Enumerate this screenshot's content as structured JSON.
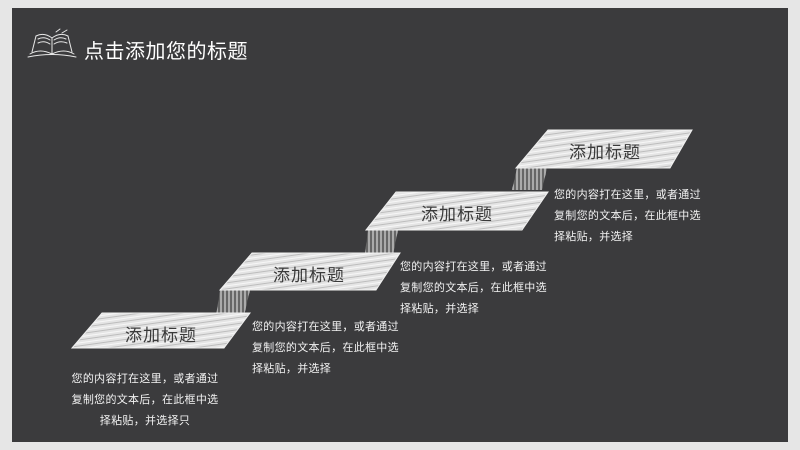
{
  "page": {
    "title": "点击添加您的标题"
  },
  "steps": [
    {
      "label": "添加标题",
      "desc": "您的内容打在这里，或者通过复制您的文本后，在此框中选择粘贴，并选择只"
    },
    {
      "label": "添加标题",
      "desc": "您的内容打在这里，或者通过复制您的文本后，在此框中选择粘贴，并选择"
    },
    {
      "label": "添加标题",
      "desc": "您的内容打在这里，或者通过复制您的文本后，在此框中选择粘贴，并选择"
    },
    {
      "label": "添加标题",
      "desc": "您的内容打在这里，或者通过复制您的文本后，在此框中选择粘贴，并选择"
    }
  ],
  "colors": {
    "background": "#3b3b3d",
    "chalk": "#e8e8e8",
    "text": "#f2f2f2"
  },
  "icons": {
    "header": "open-book-icon"
  }
}
